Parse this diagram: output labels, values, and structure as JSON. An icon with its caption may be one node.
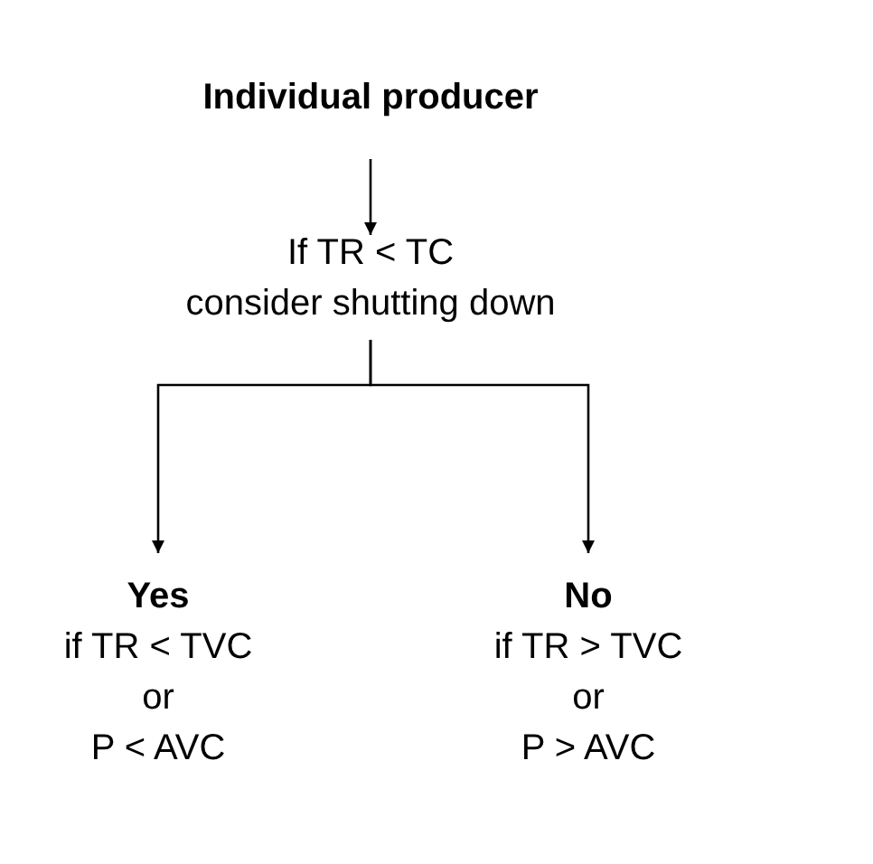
{
  "diagram": {
    "title": "Individual producer",
    "nodes": [
      {
        "text": [
          "If TR < TC",
          "consider shutting down"
        ]
      },
      {
        "text": [
          "Yes",
          "if TR < TVC",
          "or",
          "P < AVC"
        ]
      },
      {
        "text": [
          "No",
          "if TR > TVC",
          "or",
          "P > AVC"
        ]
      }
    ],
    "edges": [
      {
        "from": null,
        "to": 0,
        "arrow": "to"
      },
      {
        "from": 0,
        "to": 1,
        "arrow": "to"
      },
      {
        "from": 0,
        "to": 2,
        "arrow": "to"
      }
    ]
  }
}
